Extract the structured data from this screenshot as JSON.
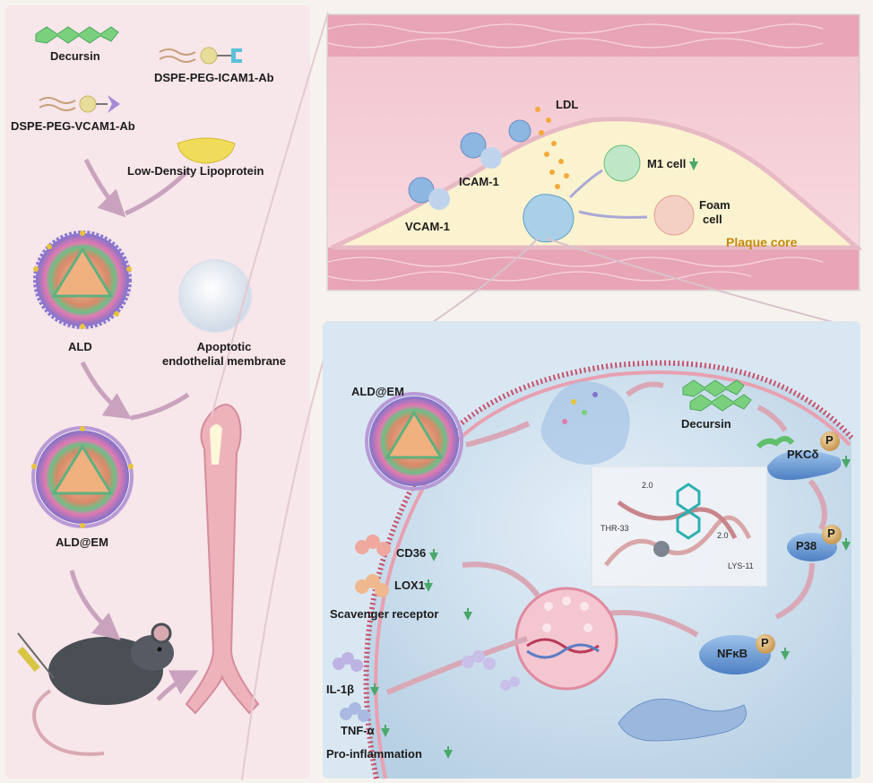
{
  "left_panel": {
    "decursin": "Decursin",
    "icam_lipid": "DSPE-PEG-ICAM1-Ab",
    "vcam_lipid": "DSPE-PEG-VCAM1-Ab",
    "ldl_full": "Low-Density Lipoprotein",
    "ald": "ALD",
    "apoptotic_line1": "Apoptotic",
    "apoptotic_line2": "endothelial membrane",
    "ald_em": "ALD@EM"
  },
  "vessel_panel": {
    "ldl": "LDL",
    "icam": "ICAM-1",
    "vcam": "VCAM-1",
    "m1_cell": "M1 cell",
    "foam_line1": "Foam",
    "foam_line2": "cell",
    "plaque_core": "Plaque core"
  },
  "cell_panel": {
    "ald_em": "ALD@EM",
    "decursin": "Decursin",
    "pkc": "PKCδ",
    "p38": "P38",
    "nfkb": "NFκB",
    "phospho": "P",
    "cd36": "CD36",
    "lox1": "LOX1",
    "scavenger": "Scavenger receptor",
    "il1b": "IL-1β",
    "tnfa": "TNF-α",
    "proinflam": "Pro-inflammation",
    "docking_dist1": "2.0",
    "docking_dist2": "2.0",
    "docking_res1": "THR-33",
    "docking_res2": "LYS-11"
  },
  "colors": {
    "left_bg": "#f7e6ea",
    "arrow_purple": "#c9a3bd",
    "down_arrow": "#4aa86b",
    "vessel_wall": "#e8a5b6",
    "plaque": "#fbf3cf",
    "cell_bg": "#cfe1ef",
    "membrane": "#c7506a"
  }
}
